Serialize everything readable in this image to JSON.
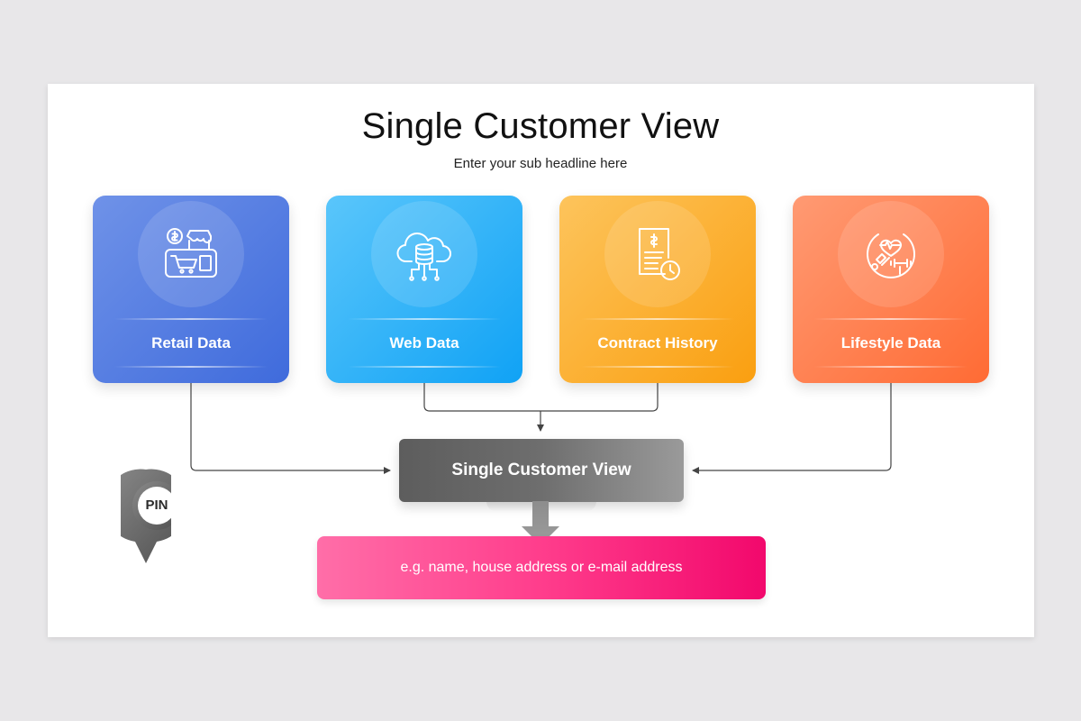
{
  "header": {
    "title": "Single Customer View",
    "subtitle": "Enter your sub headline here"
  },
  "sources": [
    {
      "label": "Retail Data",
      "icon": "retail-store-icon",
      "color": "#4a73df"
    },
    {
      "label": "Web Data",
      "icon": "cloud-database-icon",
      "color": "#1aa7f6"
    },
    {
      "label": "Contract History",
      "icon": "invoice-clock-icon",
      "color": "#fbab25"
    },
    {
      "label": "Lifestyle Data",
      "icon": "lifestyle-icon",
      "color": "#ff7a45"
    }
  ],
  "hub": {
    "label": "Single Customer View"
  },
  "output": {
    "label": "e.g. name, house address or e-mail address"
  },
  "pin": {
    "label": "PIN"
  }
}
